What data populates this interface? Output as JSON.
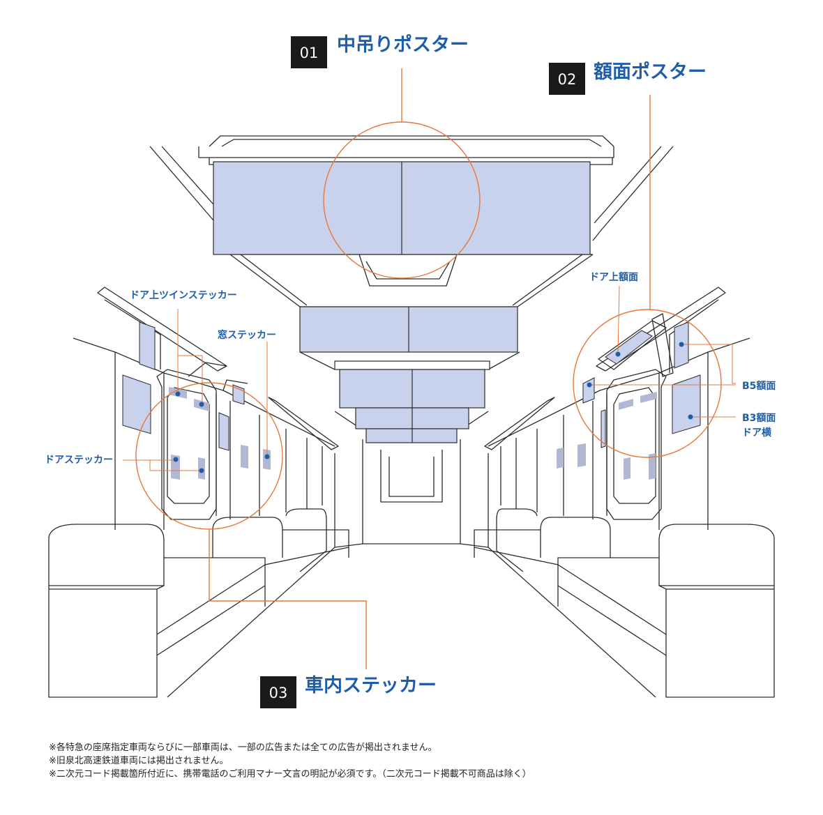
{
  "colors": {
    "accent": "#e8763a",
    "label": "#1f5da8",
    "poster_fill": "#c8d2ec",
    "sticker_fill": "#b2b8d4",
    "line": "#2b2b2b",
    "badge": "#1a1a1a"
  },
  "sections": [
    {
      "number": "01",
      "title": "中吊りポスター"
    },
    {
      "number": "02",
      "title": "額面ポスター"
    },
    {
      "number": "03",
      "title": "車内ステッカー"
    }
  ],
  "callouts": {
    "door_top_twin": "ドア上ツインステッカー",
    "window_sticker": "窓ステッカー",
    "door_sticker": "ドアステッカー",
    "door_top_frame": "ドア上額面",
    "b5_frame": "B5額面",
    "b3_frame": "B3額面",
    "b3_side": "ドア横"
  },
  "notes": [
    "※各特急の座席指定車両ならびに一部車両は、一部の広告または全ての広告が掲出されません。",
    "※旧泉北高速鉄道車両には掲出されません。",
    "※二次元コード掲載箇所付近に、携帯電話のご利用マナー文言の明記が必須です。（二次元コード掲載不可商品は除く）"
  ]
}
